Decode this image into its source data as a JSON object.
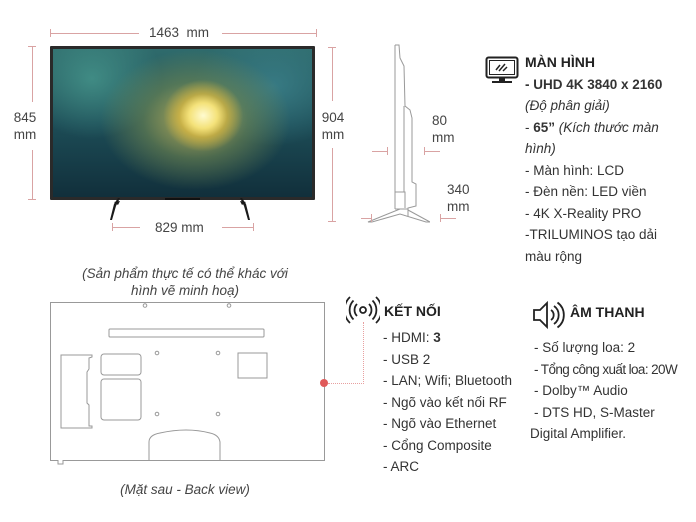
{
  "front_view": {
    "width_label": "1463  mm",
    "height_label_value": "845",
    "height_label_unit": "mm",
    "height_with_stand_value": "904",
    "height_with_stand_unit": "mm",
    "stand_width_label": "829 mm"
  },
  "side_view": {
    "depth_value": "80",
    "depth_unit": "mm",
    "stand_depth_value": "340",
    "stand_depth_unit": "mm"
  },
  "back_view": {
    "disclaimer_line1": "(Sản phẩm thực tế có thể khác với",
    "disclaimer_line2": "hình vẽ minh hoạ)",
    "caption": "(Mặt sau - Back view)"
  },
  "specs": {
    "display": {
      "icon": "monitor-icon",
      "title": "MÀN HÌNH",
      "resolution": "- UHD 4K 3840 x 2160",
      "resolution_note": "(Độ phân giải)",
      "size_prefix": "- ",
      "size_value": "65”",
      "size_note_line1": " (Kích thước màn",
      "size_note_line2": "hình)",
      "items": [
        "- Màn hình: LCD",
        "- Đèn nền: LED viền",
        "- 4K X-Reality PRO",
        "-TRILUMINOS tạo dải",
        "màu rộng"
      ]
    },
    "connectivity": {
      "icon": "wireless-signal-icon",
      "title": "KẾT NỐI",
      "hdmi_label": "- HDMI: ",
      "hdmi_value": "3",
      "items": [
        "- USB 2",
        "- LAN; Wifi; Bluetooth",
        "- Ngõ vào kết nối RF",
        "- Ngõ vào Ethernet",
        "- Cổng Composite",
        "- ARC"
      ]
    },
    "audio": {
      "icon": "speaker-icon",
      "title": "ÂM THANH",
      "items": [
        "- Số lượng loa: 2",
        "- Tổng công xuất loa: 20W",
        "- Dolby™ Audio",
        "- DTS HD, S-Master",
        "Digital Amplifier."
      ]
    }
  },
  "colors": {
    "dimension_line": "#d9a3a3",
    "connector_dot": "#e05a5a",
    "text": "#333333"
  }
}
